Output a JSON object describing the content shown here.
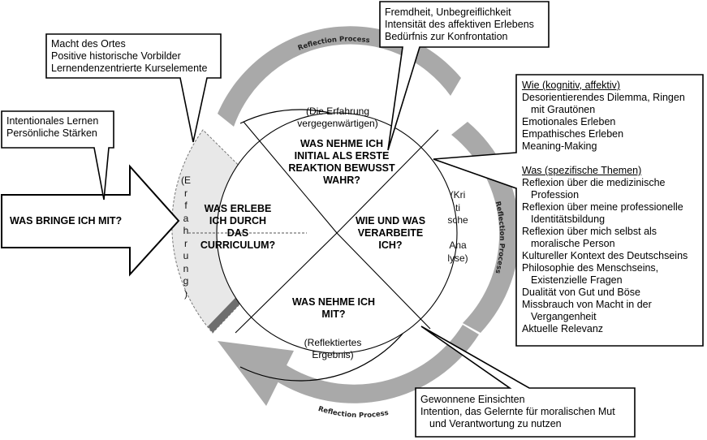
{
  "callouts": {
    "top_left": [
      "Macht des Ortes",
      "Positive historische Vorbilder",
      "Lernendenzentrierte Kurselemente"
    ],
    "left": [
      "Intentionales Lernen",
      "Persönliche Stärken"
    ],
    "top_right": [
      "Fremdheit, Unbegreiflichkeit",
      "Intensität des affektiven Erlebens",
      "Bedürfnis zur Konfrontation"
    ],
    "bottom_right": [
      "Gewonnene Einsichten",
      "Intention, das Gelernte für moralischen Mut",
      "und Verantwortung zu nutzen"
    ],
    "right_panel": {
      "wie_heading": "Wie (kognitiv, affektiv)",
      "wie_items": [
        "Desorientierendes Dilemma, Ringen",
        "mit Grautönen",
        "Emotionales Erleben",
        "Empathisches Erleben",
        "Meaning-Making"
      ],
      "was_heading": "Was (spezifische Themen)",
      "was_items": [
        "Reflexion über die medizinische",
        "Profession",
        "Reflexion über meine professionelle",
        "Identitätsbildung",
        "Reflexion über mich selbst als",
        "moralische Person",
        "Kultureller Kontext des Deutschseins",
        "Philosophie des Menschseins,",
        "Existenzielle Fragen",
        "Dualität von Gut und Böse",
        "Missbrauch von Macht in der",
        "Vergangenheit",
        "Aktuelle Relevanz"
      ]
    }
  },
  "arrow_input_label": "WAS BRINGE ICH MIT?",
  "quadrants": {
    "top": {
      "note": [
        "(Die Erfahrung",
        "vergegenwärtigen)"
      ],
      "question": [
        "WAS NEHME ICH",
        "INITIAL ALS ERSTE",
        "REAKTION BEWUSST",
        "WAHR?"
      ]
    },
    "right": {
      "question": [
        "WIE UND WAS",
        "VERARBEITE",
        "ICH?"
      ],
      "vertical_note": [
        "(Kri",
        "ti",
        "sche",
        "",
        "Ana",
        "lyse)"
      ]
    },
    "bottom": {
      "question": [
        "WAS NEHME ICH",
        "MIT?"
      ],
      "note": [
        "(Reflektiertes",
        "Ergebnis)"
      ]
    },
    "left": {
      "question": [
        "WAS ERLEBE",
        "ICH DURCH",
        "DAS",
        "CURRICULUM?"
      ],
      "vertical_note": [
        "(E",
        "r",
        "f",
        "a",
        "h",
        "r",
        "u",
        "n",
        "g",
        ")"
      ]
    }
  },
  "band_labels": {
    "top": "Reflection Process",
    "right": "Reflection Process",
    "bottom": "Reflection Process"
  },
  "colors": {
    "band_gray": "#a9a9a9",
    "band_dark": "#6e6e6e",
    "segment_fill": "#e8e8e8",
    "line": "#000000"
  }
}
